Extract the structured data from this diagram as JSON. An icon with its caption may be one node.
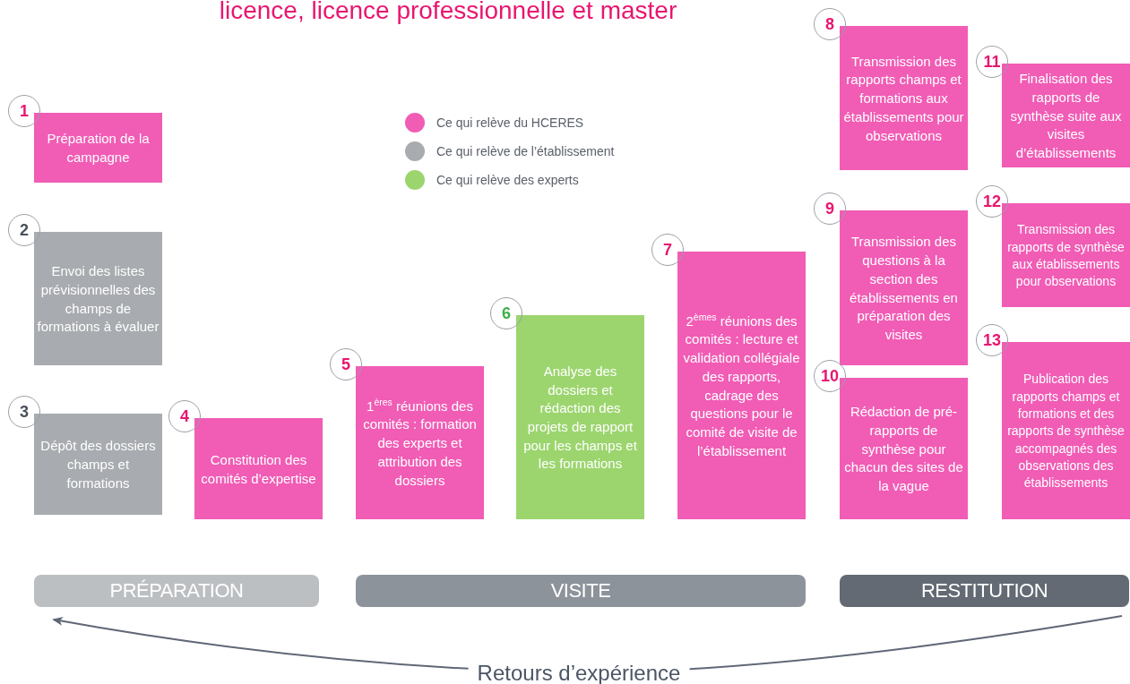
{
  "diagram": {
    "title": "licence, licence professionnelle et master",
    "nodes": [
      {
        "text": [
          "1",
          "Préparation de la campagne"
        ]
      },
      {
        "text": [
          "2",
          "Envoi des listes prévisionnelles des champs de formations à évaluer"
        ]
      },
      {
        "text": [
          "3",
          "Dépôt des dossiers champs et formations"
        ]
      },
      {
        "text": [
          "4",
          "Constitution des comités d’expertise"
        ]
      },
      {
        "text": [
          "5",
          "1$^{ères}$ réunions des comités : formation des experts et attribution des dossiers"
        ]
      },
      {
        "text": [
          "6",
          "Analyse des dossiers et rédaction des projets de rapport pour les champs et les formations"
        ]
      },
      {
        "text": [
          "7",
          "2$^{èmes}$ réunions des comités : lecture et validation collégiale des rapports, cadrage des questions pour le comité de visite de l’établissement"
        ]
      },
      {
        "text": [
          "8",
          "Transmission des rapports champs et formations aux établissements pour observations"
        ]
      },
      {
        "text": [
          "9",
          "Transmission des questions à la section des établissements en préparation des visites"
        ]
      },
      {
        "text": [
          "10",
          "Rédaction de pré-rapports de synthèse pour chacun des sites de la vague"
        ]
      },
      {
        "text": [
          "11",
          "Finalisation des rapports de synthèse suite aux visites d’établissements"
        ]
      },
      {
        "text": [
          "12",
          "Transmission des rapports de synthèse aux établissements pour observations"
        ]
      },
      {
        "text": [
          "13",
          "Publication des rapports champs et formations et des rapports de synthèse accompagnés des observations des établissements"
        ]
      },
      {
        "text": [
          "PRÉPARATION"
        ]
      },
      {
        "text": [
          "VISITE"
        ]
      },
      {
        "text": [
          "RESTITUTION"
        ]
      }
    ],
    "edges": [
      {
        "from": 15,
        "to": 13,
        "arrow": "to",
        "label": "Retours d’expérience"
      }
    ],
    "legend": [
      {
        "text": "Ce qui relève du HCERES",
        "color": "#f15cb5"
      },
      {
        "text": "Ce qui relève de l’établissement",
        "color": "#a8abaf"
      },
      {
        "text": "Ce qui relève des experts",
        "color": "#9cd56e"
      }
    ]
  }
}
